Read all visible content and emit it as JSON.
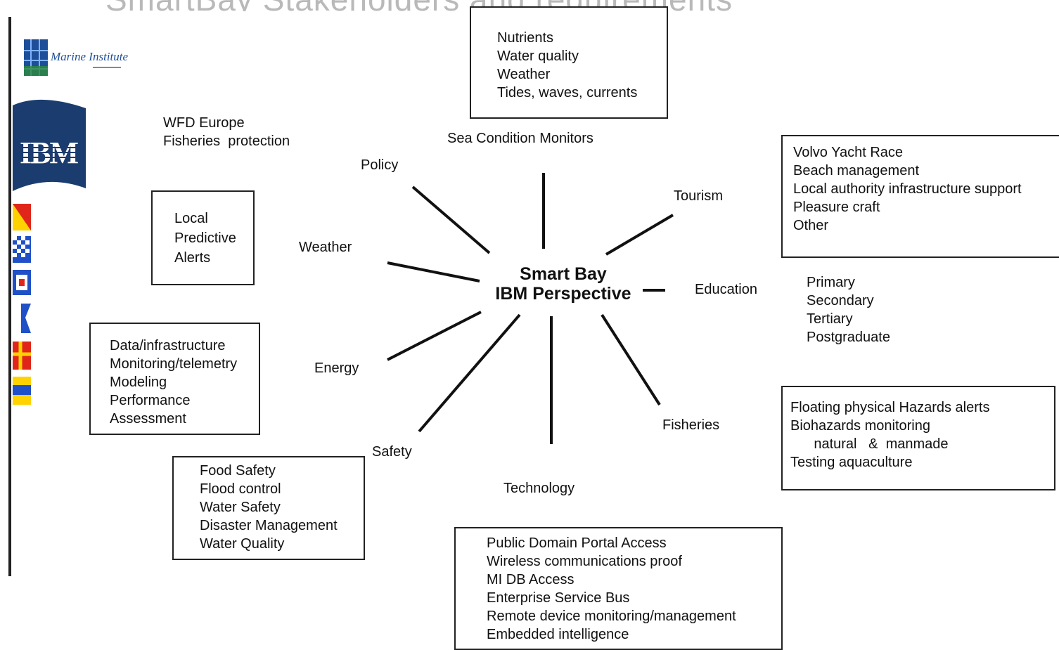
{
  "title": "SmartBay Stakeholders and requirements",
  "logos": {
    "marine_institute": "Marine Institute",
    "ibm": "IBM"
  },
  "center": {
    "line1": "Smart Bay",
    "line2": "IBM Perspective"
  },
  "spoke_labels": {
    "policy": "Policy",
    "sea_condition": "Sea Condition Monitors",
    "tourism": "Tourism",
    "weather": "Weather",
    "education": "Education",
    "energy": "Energy",
    "fisheries": "Fisheries",
    "safety": "Safety",
    "technology": "Technology"
  },
  "policy_text": [
    "WFD Europe",
    "Fisheries  protection"
  ],
  "boxes": {
    "nutrients": [
      "Nutrients",
      "Water quality",
      "Weather",
      "Tides, waves, currents"
    ],
    "volvo": [
      "Volvo Yacht Race",
      "Beach management",
      "Local authority infrastructure support",
      "",
      "Pleasure craft",
      "Other"
    ],
    "local_alerts": [
      "Local",
      "Predictive",
      "Alerts"
    ],
    "data_infra": [
      "Data/infrastructure",
      "Monitoring/telemetry",
      "Modeling",
      "Performance",
      "Assessment"
    ],
    "hazards": [
      "Floating physical Hazards alerts",
      "Biohazards monitoring",
      "      natural   &  manmade",
      "Testing aquaculture"
    ],
    "food_safety": [
      "Food Safety",
      "Flood control",
      "Water Safety",
      "Disaster Management",
      "Water Quality"
    ],
    "technology": [
      "Public Domain Portal Access",
      "Wireless communications proof",
      "MI DB Access",
      "Enterprise Service Bus",
      "Remote device monitoring/management",
      "Embedded intelligence"
    ]
  },
  "education_list": [
    "Primary",
    "Secondary",
    "Tertiary",
    "Postgraduate"
  ],
  "colors": {
    "line": "#111111",
    "ibm_blue": "#1b3c6e",
    "mi_blue": "#1f4e99",
    "mi_green": "#2e8b3a"
  }
}
